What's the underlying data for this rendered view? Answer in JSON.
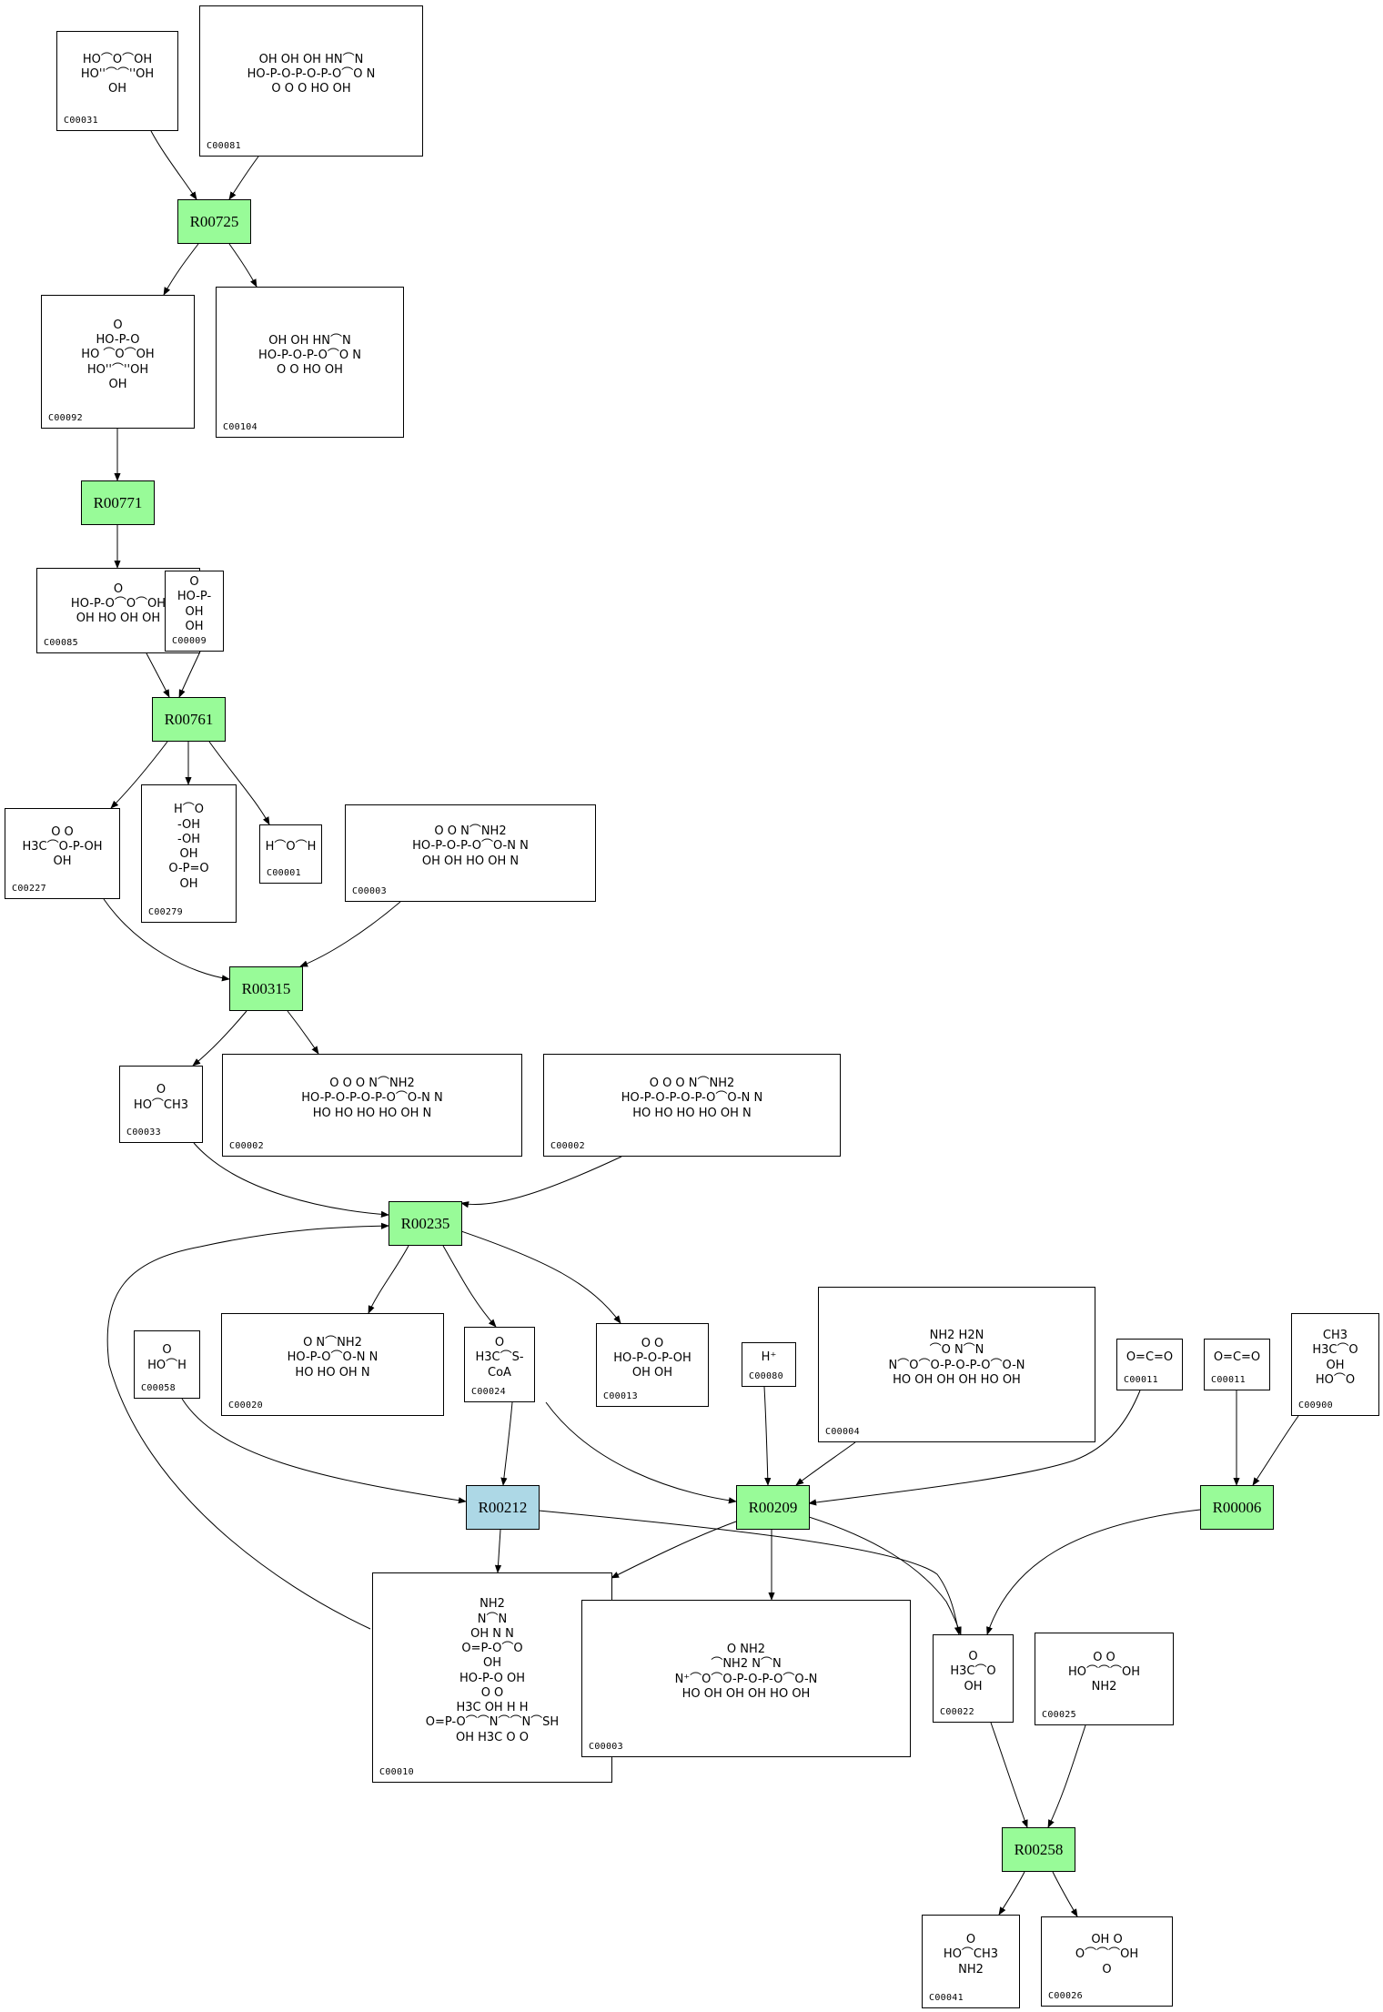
{
  "colors": {
    "reaction_default": "#98fb98",
    "reaction_highlight": "#add8e6",
    "edge": "#000000"
  },
  "reactions": [
    {
      "id": "R00725",
      "label": "R00725",
      "color": "reaction_default"
    },
    {
      "id": "R00771",
      "label": "R00771",
      "color": "reaction_default"
    },
    {
      "id": "R00761",
      "label": "R00761",
      "color": "reaction_default"
    },
    {
      "id": "R00315",
      "label": "R00315",
      "color": "reaction_default"
    },
    {
      "id": "R00235",
      "label": "R00235",
      "color": "reaction_default"
    },
    {
      "id": "R00212",
      "label": "R00212",
      "color": "reaction_highlight"
    },
    {
      "id": "R00209",
      "label": "R00209",
      "color": "reaction_default"
    },
    {
      "id": "R00006",
      "label": "R00006",
      "color": "reaction_default"
    },
    {
      "id": "R00258",
      "label": "R00258",
      "color": "reaction_default"
    }
  ],
  "compounds": [
    {
      "key": "c00031",
      "label": "C00031",
      "structure": "HO⌒O⌒OH\nHO''⌒⌒''OH\nOH"
    },
    {
      "key": "c00081",
      "label": "C00081",
      "structure": "OH  OH  OH        HN⌒N\nHO-P-O-P-O-P-O⌒O  N\n O   O   O   HO  OH"
    },
    {
      "key": "c00092",
      "label": "C00092",
      "structure": "O\nHO-P-O\nHO  ⌒O⌒OH\nHO''⌒''OH\nOH"
    },
    {
      "key": "c00104",
      "label": "C00104",
      "structure": "OH  OH      HN⌒N\nHO-P-O-P-O⌒O  N\n O   O   HO  OH"
    },
    {
      "key": "c00085",
      "label": "C00085",
      "structure": "O\nHO-P-O⌒O⌒OH\nOH  HO  OH OH"
    },
    {
      "key": "c00009",
      "label": "C00009",
      "structure": "O\nHO-P-OH\nOH"
    },
    {
      "key": "c00227",
      "label": "C00227",
      "structure": "O  O\nH3C⌒O-P-OH\nOH"
    },
    {
      "key": "c00279",
      "label": "C00279",
      "structure": "H⌒O\n-OH\n-OH\nOH\nO-P=O\nOH"
    },
    {
      "key": "c00001",
      "label": "C00001",
      "structure": "H⌒O⌒H"
    },
    {
      "key": "c00003a",
      "label": "C00003",
      "structure": "O   O      N⌒NH2\nHO-P-O-P-O⌒O-N  N\nOH  OH  HO OH N"
    },
    {
      "key": "c00033",
      "label": "C00033",
      "structure": "O\nHO⌒CH3"
    },
    {
      "key": "c00002a",
      "label": "C00002",
      "structure": "O  O  O        N⌒NH2\nHO-P-O-P-O-P-O⌒O-N  N\nHO HO HO  HO OH  N"
    },
    {
      "key": "c00002b",
      "label": "C00002",
      "structure": "O  O  O        N⌒NH2\nHO-P-O-P-O-P-O⌒O-N  N\nHO HO HO  HO OH  N"
    },
    {
      "key": "c00058",
      "label": "C00058",
      "structure": "O\nHO⌒H"
    },
    {
      "key": "c00020",
      "label": "C00020",
      "structure": "O        N⌒NH2\nHO-P-O⌒O-N  N\nHO  HO OH  N"
    },
    {
      "key": "c00024",
      "label": "C00024",
      "structure": "O\nH3C⌒S-CoA"
    },
    {
      "key": "c00013",
      "label": "C00013",
      "structure": "O   O\nHO-P-O-P-OH\nOH  OH"
    },
    {
      "key": "c00080",
      "label": "C00080",
      "structure": "H⁺"
    },
    {
      "key": "c00004",
      "label": "C00004",
      "structure": "NH2              H2N\n⌒O            N⌒N\nN⌒O⌒O-P-O-P-O⌒O-N\nHO OH  OH  OH  HO OH"
    },
    {
      "key": "c00011a",
      "label": "C00011",
      "structure": "O=C=O"
    },
    {
      "key": "c00011b",
      "label": "C00011",
      "structure": "O=C=O"
    },
    {
      "key": "c00900",
      "label": "C00900",
      "structure": "CH3\nH3C⌒O\nOH\nHO⌒O"
    },
    {
      "key": "c00010",
      "label": "C00010",
      "structure": "NH2\nN⌒N\nOH   N  N\nO=P-O⌒O\nOH\nHO-P-O  OH\nO  O\nH3C OH  H      H\nO=P-O⌒⌒N⌒⌒N⌒SH\nOH H3C  O      O"
    },
    {
      "key": "c00003b",
      "label": "C00003",
      "structure": "O              NH2\n⌒NH2          N⌒N\nN⁺⌒O⌒O-P-O-P-O⌒O-N\nHO OH  OH  OH  HO OH"
    },
    {
      "key": "c00022",
      "label": "C00022",
      "structure": "O\nH3C⌒O\nOH"
    },
    {
      "key": "c00025",
      "label": "C00025",
      "structure": "O         O\nHO⌒⌒⌒OH\nNH2"
    },
    {
      "key": "c00041",
      "label": "C00041",
      "structure": "O\nHO⌒CH3\nNH2"
    },
    {
      "key": "c00026",
      "label": "C00026",
      "structure": "OH       O\nO⌒⌒⌒OH\nO"
    }
  ]
}
